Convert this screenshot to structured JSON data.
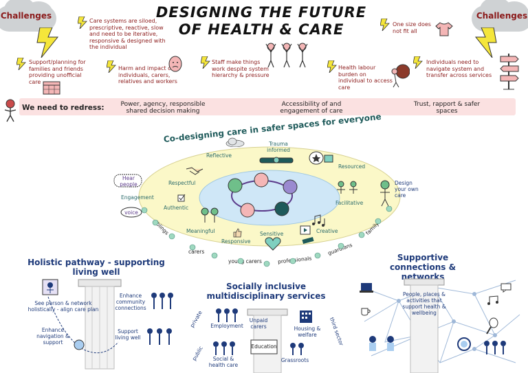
{
  "title": {
    "line1": "DESIGNING THE FUTURE",
    "line2": "OF HEALTH & CARE"
  },
  "challenges_left": "Challenges",
  "challenges_right": "Challenges",
  "challenge_items": {
    "care_systems": "Care systems are siloed, prescriptive, reactive, slow and need to be iterative, responsive & designed with the individual",
    "one_size": "One size does not fit all",
    "support_planning": "Support/planning for families and friends providing unofficial care",
    "harm_impact": "Harm and impact on individuals, carers, relatives and workers",
    "staff_make": "Staff make things work despite system hierarchy & pressure",
    "labour_burden": "Health labour burden on individual to access care",
    "navigate": "Individuals need to navigate system and transfer across services"
  },
  "redress": {
    "label": "We need to redress:",
    "item1": "Power, agency, responsible shared decision making",
    "item2": "Accessibility of and engagement of care",
    "item3": "Trust, rapport & safer spaces"
  },
  "codesign": {
    "title": "Co-designing care in safer spaces for everyone",
    "traits": [
      "Reflective",
      "Trauma informed",
      "Resourced",
      "Respectful",
      "Authentic",
      "Meaningful",
      "Responsive",
      "Sensitive",
      "Creative",
      "Facilitative"
    ],
    "engagement": "Engagement",
    "hear": "Hear people",
    "voice": "voice",
    "design_own": "Design your own care",
    "ring": [
      "siblings",
      "carers",
      "young carers",
      "professionals",
      "guardians",
      "family"
    ]
  },
  "holistic": {
    "title": "Holistic pathway - supporting living well",
    "see_person": "See person & network holistically - align care plan",
    "enhance_community": "Enhance community connections",
    "enhance_navigation": "Enhance navigation & support",
    "support_living": "Support living well"
  },
  "social": {
    "title": "Socially inclusive multidisciplinary services",
    "employment": "Employment",
    "unpaid": "Unpaid carers",
    "housing": "Housing & welfare",
    "education": "Education",
    "social_health": "Social & health care",
    "grassroots": "Grassroots",
    "private": "private",
    "public": "public",
    "third": "third sector"
  },
  "supportive": {
    "title": "Supportive connections & networks",
    "body": "People, places & activities that support health & wellbeing"
  },
  "colors": {
    "accent_red": "#8b1a1a",
    "blue": "#1e3a7a",
    "yellow": "#f5e63a",
    "pink_band": "#fbe1e1",
    "teal": "#2a6a6a"
  }
}
